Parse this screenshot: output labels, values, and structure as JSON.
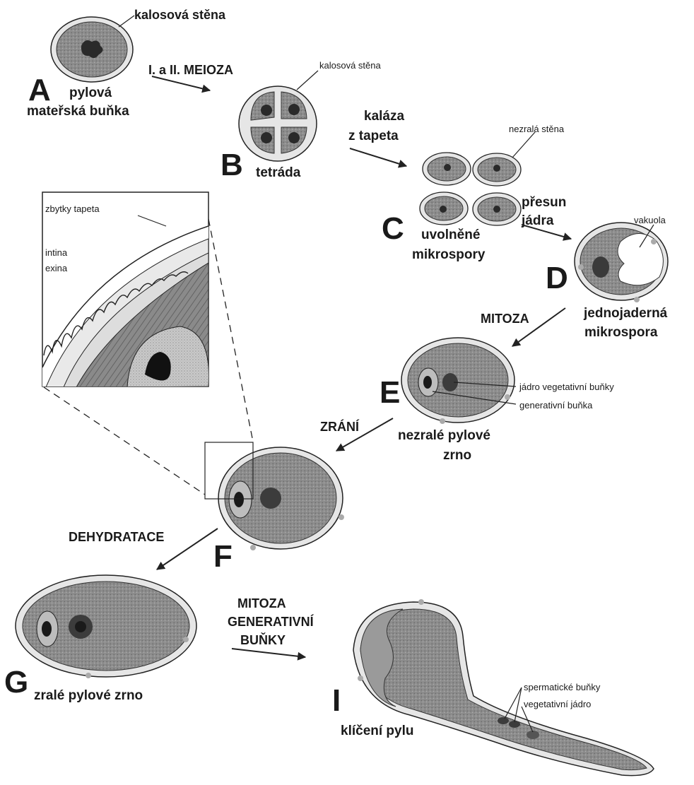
{
  "diagram": {
    "stages": {
      "A": {
        "letter": "A",
        "label_line1": "pylová",
        "label_line2": "mateřská buňka",
        "wall_label": "kalosová stěna"
      },
      "B": {
        "letter": "B",
        "label": "tetráda",
        "wall_label": "kalosová stěna"
      },
      "C": {
        "letter": "C",
        "label_line1": "uvolněné",
        "label_line2": "mikrospory",
        "wall_label": "nezralá stěna"
      },
      "D": {
        "letter": "D",
        "label_line1": "jednojaderná",
        "label_line2": "mikrospora",
        "vacuole_label": "vakuola"
      },
      "E": {
        "letter": "E",
        "label_line1": "nezralé pylové",
        "label_line2": "zrno",
        "nucleus_label": "jádro vegetativní buňky",
        "generative_label": "generativní buňka"
      },
      "F": {
        "letter": "F"
      },
      "G": {
        "letter": "G",
        "label": "zralé pylové zrno"
      },
      "I": {
        "letter": "I",
        "label": "klíčení pylu",
        "sperm_label": "spermatické buňky",
        "veg_nucleus_label": "vegetativní jádro"
      }
    },
    "processes": {
      "meiosis": "I. a II. MEIOZA",
      "callase_line1": "kaláza",
      "callase_line2": "z tapeta",
      "nucleus_move_line1": "přesun",
      "nucleus_move_line2": "jádra",
      "mitosis": "MITOZA",
      "maturation": "ZRÁNÍ",
      "dehydration": "DEHYDRATACE",
      "gen_mitosis_line1": "MITOZA",
      "gen_mitosis_line2": "GENERATIVNÍ",
      "gen_mitosis_line3": "BUŇKY"
    },
    "inset": {
      "tapetum_label": "zbytky tapeta",
      "intine_label": "intina",
      "exine_label": "exina"
    },
    "colors": {
      "cytoplasm": "#8a8a8a",
      "wall": "#e4e4e4",
      "nucleus": "#3a3a3a",
      "ink": "#1a1a1a"
    }
  }
}
